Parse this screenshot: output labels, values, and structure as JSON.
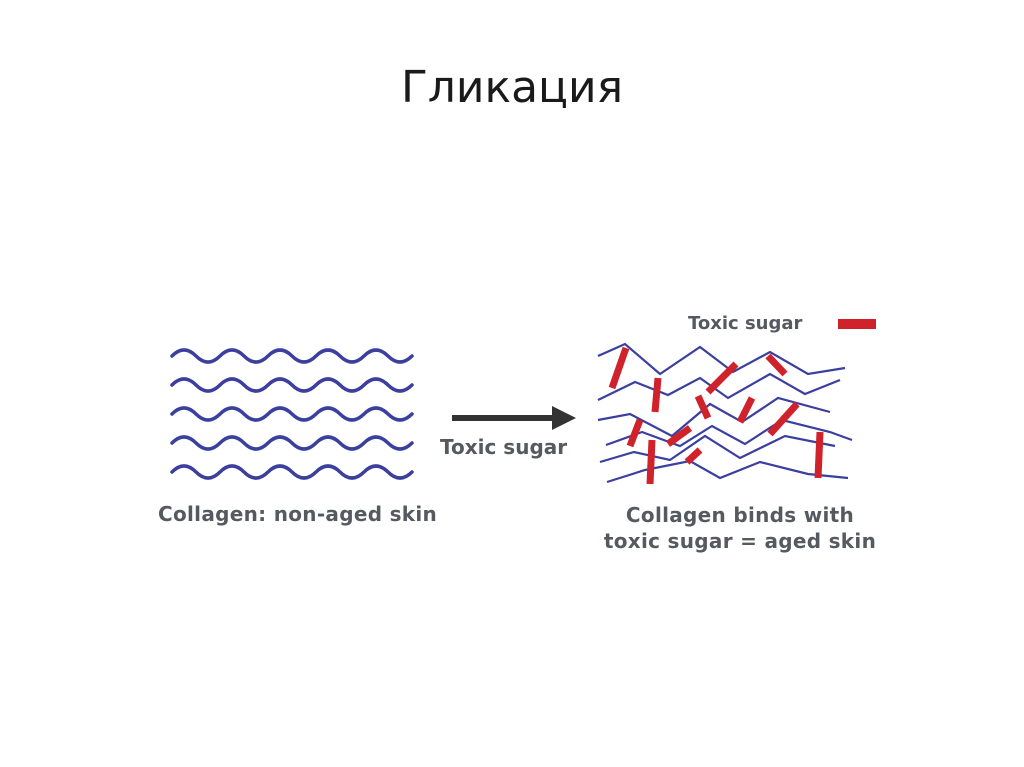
{
  "slide": {
    "title": "Гликация"
  },
  "diagram": {
    "left_caption": "Collagen: non-aged skin",
    "arrow_label": "Toxic sugar",
    "legend_label": "Toxic sugar",
    "right_caption_line1": "Collagen binds with",
    "right_caption_line2": "toxic sugar = aged skin",
    "colors": {
      "collagen": "#3b3f9e",
      "toxic_sugar": "#d0222a",
      "arrow": "#333333",
      "caption": "#555a60"
    }
  }
}
